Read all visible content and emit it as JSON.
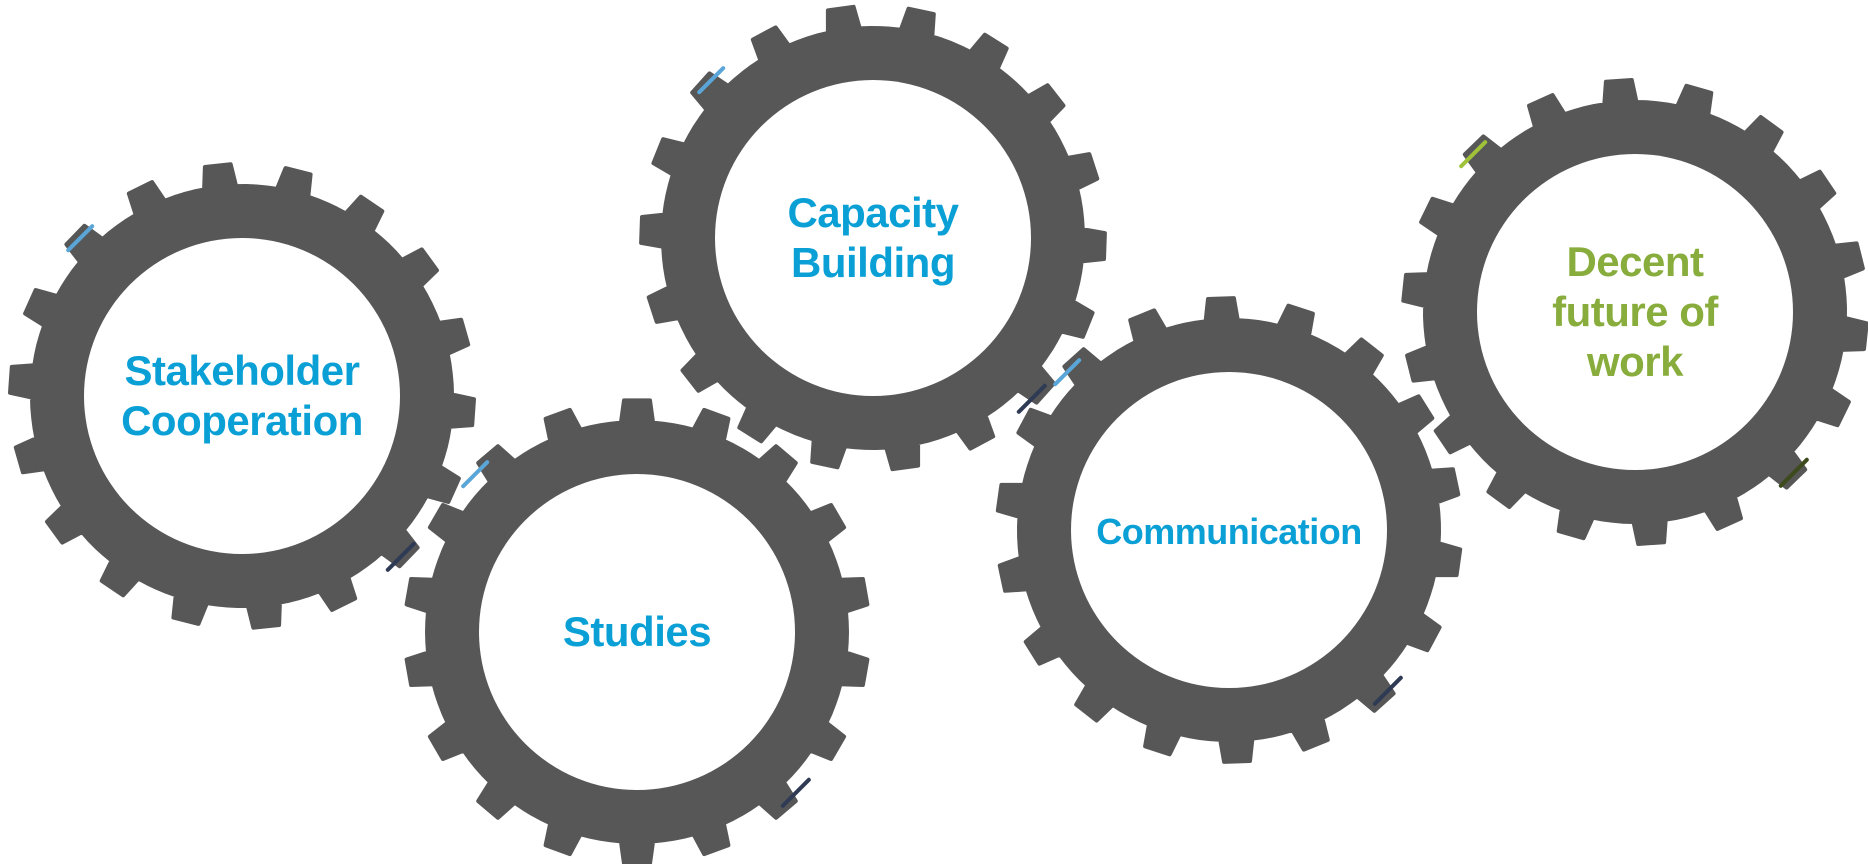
{
  "colors": {
    "gear": "#575757",
    "gear_face": "#ffffff",
    "blue_text": "#0aa0d6",
    "green_text": "#88ad3c",
    "clip_blue": "#5aa6d8",
    "clip_green": "#9fc23a",
    "clip_dark": "#2f3a55"
  },
  "gears": [
    {
      "id": "stakeholder-cooperation",
      "label_lines": [
        "Stakeholder",
        "Cooperation"
      ],
      "text_color": "blue"
    },
    {
      "id": "studies",
      "label_lines": [
        "Studies"
      ],
      "text_color": "blue"
    },
    {
      "id": "capacity-building",
      "label_lines": [
        "Capacity",
        "Building"
      ],
      "text_color": "blue"
    },
    {
      "id": "communication",
      "label_lines": [
        "Communication"
      ],
      "text_color": "blue"
    },
    {
      "id": "decent-future-of-work",
      "label_lines": [
        "Decent",
        "future of",
        "work"
      ],
      "text_color": "green"
    }
  ]
}
